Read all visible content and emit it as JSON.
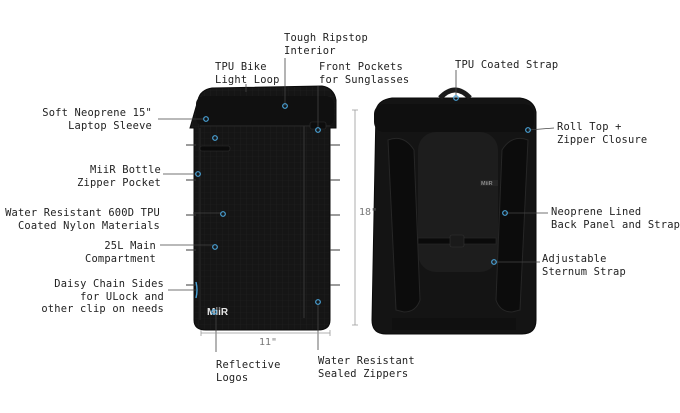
{
  "brand": "MiiR",
  "labels": {
    "ripstop": "Tough Ripstop\nInterior",
    "bike_loop": "TPU Bike\nLight Loop",
    "front_pockets": "Front Pockets\nfor Sunglasses",
    "tpu_strap": "TPU Coated Strap",
    "neoprene_sleeve": "Soft Neoprene 15\"\nLaptop Sleeve",
    "bottle_pocket": "MiiR Bottle\nZipper Pocket",
    "nylon": "Water Resistant 600D TPU\nCoated Nylon Materials",
    "compartment": "25L Main\nCompartment",
    "daisy_chain": "Daisy Chain Sides\nfor ULock and\nother clip on needs",
    "logos": "Reflective\nLogos",
    "zippers": "Water Resistant\nSealed Zippers",
    "roll_top": "Roll Top +\nZipper Closure",
    "back_panel": "Neoprene Lined\nBack Panel and Straps",
    "sternum": "Adjustable\nSternum Strap"
  },
  "dimensions": {
    "height": "18\"",
    "width": "11\""
  },
  "colors": {
    "bag": "#141414",
    "bag_edge": "#2a2a2a",
    "dot": "#4aa3d8",
    "leader": "#444444"
  }
}
